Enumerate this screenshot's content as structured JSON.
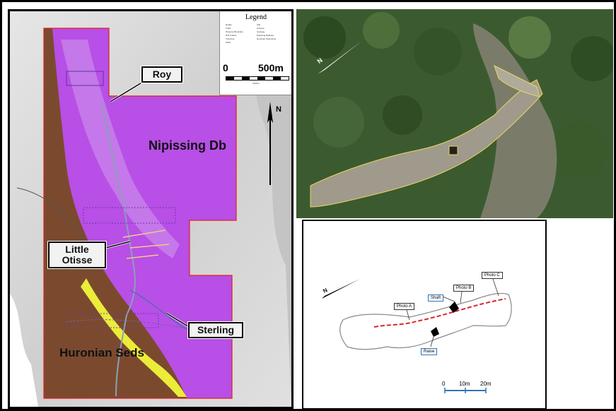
{
  "map": {
    "legend_title": "Legend",
    "legend_entries": [
      "Roads",
      "Trails",
      "Property Boundary",
      "Drill Collars",
      "Trenches",
      "Shaft",
      "Adit",
      "Outcrop",
      "Geology",
      "Nipissing Diabase",
      "Huronian Sediments"
    ],
    "scale_start": "0",
    "scale_end": "500m",
    "scale_unit": "Metres",
    "north_label": "N",
    "unit_label_nipissing": "Nipissing Db",
    "unit_label_huronian": "Huronian Seds",
    "callout_roy": "Roy",
    "callout_little_otisse_line1": "Little",
    "callout_little_otisse_line2": "Otisse",
    "callout_sterling": "Sterling",
    "colors": {
      "huronian": "#7b4a2e",
      "nipissing": "#b84fe6",
      "yellow_unit": "#ecec3a",
      "boundary": "#e02020"
    }
  },
  "sketch": {
    "photo_a": "Photo A",
    "photo_b": "Photo B",
    "photo_c": "Photo C",
    "shaft": "Shaft",
    "raise": "Raise",
    "scale_0": "0",
    "scale_10": "10m",
    "scale_20": "20m",
    "north": "N"
  },
  "photo": {
    "north": "N"
  }
}
